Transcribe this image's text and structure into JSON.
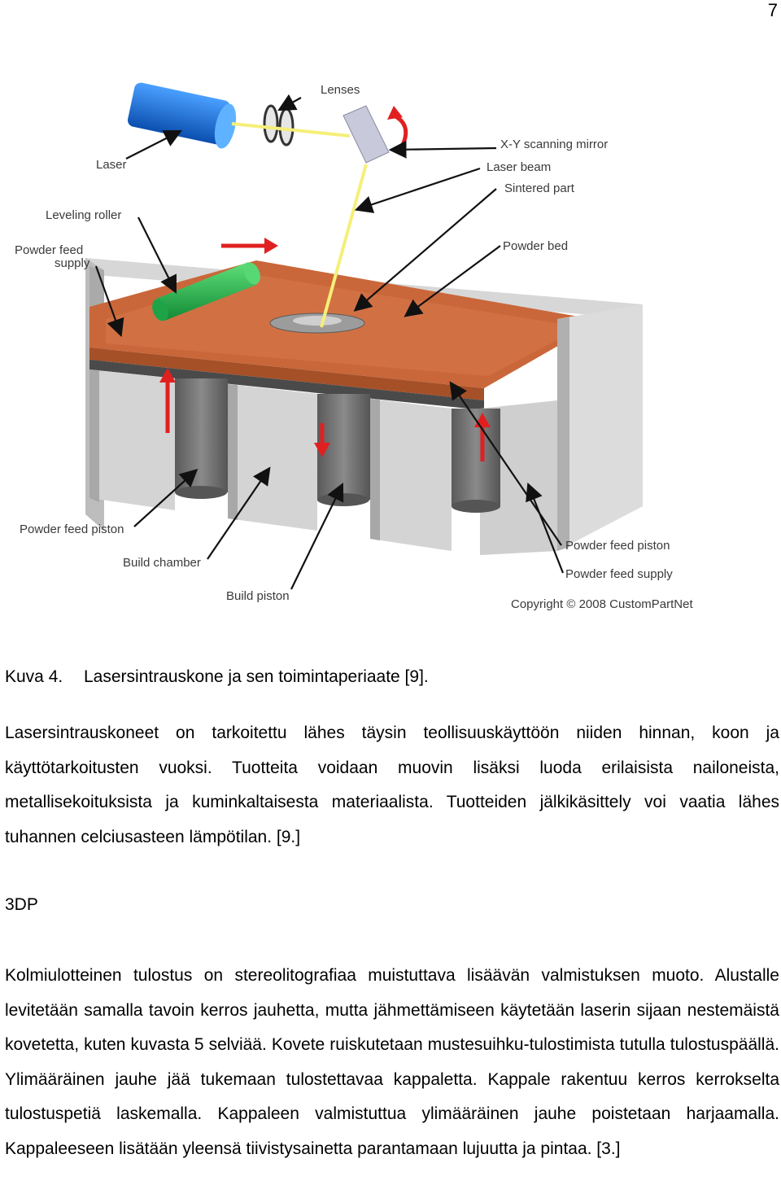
{
  "page_number": "7",
  "figure": {
    "labels": {
      "lenses": "Lenses",
      "laser": "Laser",
      "xy_mirror": "X-Y scanning mirror",
      "laser_beam": "Laser beam",
      "sintered_part": "Sintered part",
      "leveling_roller": "Leveling roller",
      "powder_feed_supply_left_1": "Powder feed",
      "powder_feed_supply_left_2": "supply",
      "powder_bed": "Powder bed",
      "powder_feed_piston_left": "Powder feed piston",
      "build_chamber": "Build chamber",
      "build_piston": "Build piston",
      "powder_feed_piston_right": "Powder feed piston",
      "powder_feed_supply_right": "Powder feed supply",
      "copyright": "Copyright © 2008 CustomPartNet"
    },
    "colors": {
      "laser": "#1a6fd6",
      "roller": "#22b84a",
      "powder": "#c9673a",
      "arrow": "#e02020",
      "beam": "#f5ef7a",
      "walls": "#c8c8c8"
    }
  },
  "caption": {
    "number": "Kuva 4.",
    "text": "Lasersintrauskone ja sen toimintaperiaate [9]."
  },
  "paragraph1": "Lasersintrauskoneet on tarkoitettu lähes täysin teollisuuskäyttöön niiden hinnan, koon ja käyttötarkoitusten vuoksi. Tuotteita voidaan muovin lisäksi luoda erilaisista nailoneista, metallisekoituksista ja kuminkaltaisesta materiaalista. Tuotteiden jälkikäsittely voi vaatia lähes tuhannen celciusasteen lämpötilan. [9.]",
  "heading": "3DP",
  "paragraph2": "Kolmiulotteinen tulostus on stereolitografiaa muistuttava lisäävän valmistuksen muoto. Alustalle levitetään samalla tavoin kerros jauhetta, mutta jähmettämiseen käytetään laserin sijaan nestemäistä kovetetta, kuten kuvasta 5 selviää. Kovete ruiskutetaan mustesuihku-tulostimista tutulla tulostuspäällä. Ylimääräinen jauhe jää tukemaan tulostettavaa kappaletta. Kappale rakentuu kerros kerrokselta tulostuspetiä laskemalla. Kappaleen valmistuttua ylimääräinen jauhe poistetaan harjaamalla. Kappaleeseen lisätään yleensä tiivistysainetta parantamaan lujuutta ja pintaa. [3.]"
}
